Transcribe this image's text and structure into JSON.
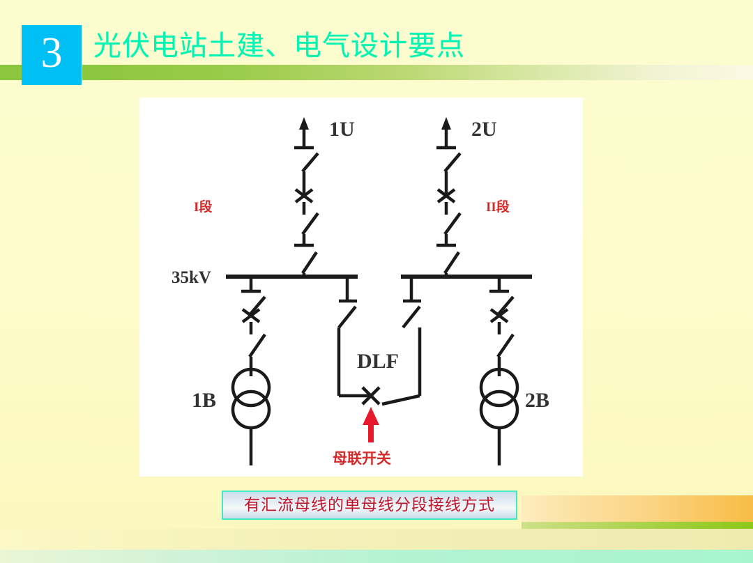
{
  "header": {
    "number": "3",
    "title": "光伏电站土建、电气设计要点",
    "number_box_color": "#00BFF3",
    "title_color": "#00F5B4",
    "rule_color": "#8CC63F"
  },
  "figure": {
    "background": "#FFFFFF",
    "labels": {
      "feeder_left": "1U",
      "feeder_right": "2U",
      "section_left": "I段",
      "section_right": "II段",
      "voltage": "35kV",
      "transformer_left": "1B",
      "transformer_right": "2B",
      "bus_coupler_device": "DLF",
      "bus_coupler_callout": "母联开关"
    },
    "label_colors": {
      "section": "#D42A2A",
      "callout": "#D42A2A",
      "arrow": "#E8192C",
      "line": "#1A1A1A",
      "text": "#333333"
    }
  },
  "caption": {
    "text": "有汇流母线的单母线分段接线方式",
    "text_color": "#C0152A",
    "border_color": "#3FE8C8"
  },
  "decoration": {
    "orange_strip": "#F8BC46",
    "green_strip": "#8CC819",
    "pale_strip": "#EDEBAE",
    "mint_strip": "#A7F5CE"
  }
}
